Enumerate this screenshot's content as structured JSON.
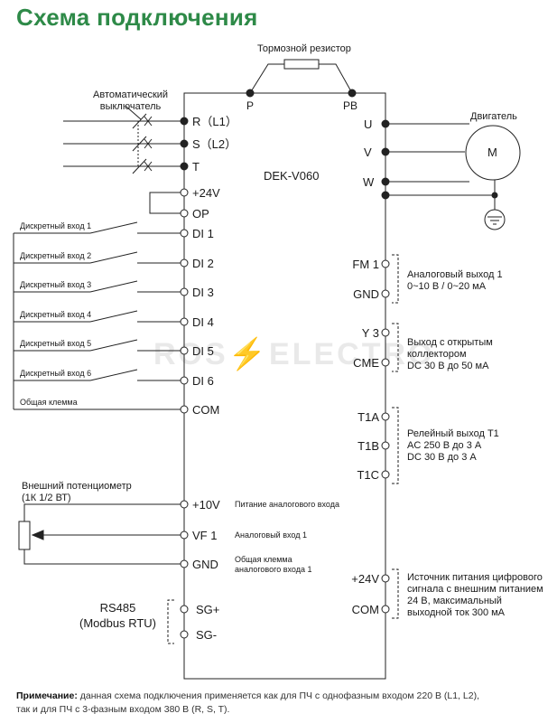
{
  "title": "Схема подключения",
  "model": "DEK-V060",
  "watermark": "ROS⚡ELECTRO",
  "brake_resistor": "Тормозной резистор",
  "breaker": "Автоматический\nвыключатель",
  "motor_label": "Двигатель",
  "motor_symbol": "M",
  "top_terminals": {
    "p": "P",
    "pb": "PB"
  },
  "input_terminals": {
    "r": "R（L1）",
    "s": "S（L2）",
    "t": "T"
  },
  "output_terminals": {
    "u": "U",
    "v": "V",
    "w": "W"
  },
  "left_terminals": {
    "v24": "+24V",
    "op": "OP",
    "di1": "DI 1",
    "di2": "DI 2",
    "di3": "DI 3",
    "di4": "DI 4",
    "di5": "DI 5",
    "di6": "DI 6",
    "com": "COM",
    "v10": "+10V",
    "vf1": "VF 1",
    "gnd": "GND",
    "sgp": "SG+",
    "sgm": "SG-"
  },
  "left_labels": {
    "di1": "Дискретный вход 1",
    "di2": "Дискретный вход 2",
    "di3": "Дискретный вход 3",
    "di4": "Дискретный вход 4",
    "di5": "Дискретный вход 5",
    "di6": "Дискретный вход 6",
    "common": "Общая клемма",
    "pot": "Внешний потенциометр\n(1К 1/2 ВТ)",
    "rs485": "RS485\n(Modbus RTU)"
  },
  "analog_labels": {
    "v10": "Питание аналогового входа",
    "vf1": "Аналоговый вход 1",
    "gnd": "Общая клемма\nаналогового входа 1"
  },
  "right_terminals": {
    "fm1": "FM 1",
    "gnd": "GND",
    "y3": "Y 3",
    "cme": "CME",
    "t1a": "T1A",
    "t1b": "T1B",
    "t1c": "T1C",
    "v24": "+24V",
    "com": "COM"
  },
  "right_labels": {
    "fm1": "Аналоговый выход 1\n0~10 В / 0~20 мА",
    "y3": "Выход с открытым\nколлектором\nDC 30 В до 50 мА",
    "t1": "Релейный выход T1\nAC 250 В до 3 А\nDC 30 В до 3 А",
    "v24": "Источник питания цифрового\nсигнала с внешним питанием\n24 В, максимальный\nвыходной ток 300 мА"
  },
  "note": {
    "bold": "Примечание:",
    "line1": " данная схема подключения применяется как для ПЧ с однофазным входом 220 В (L1, L2),",
    "line2": "так и для  ПЧ с 3-фазным входом 380 В (R, S, T)."
  }
}
